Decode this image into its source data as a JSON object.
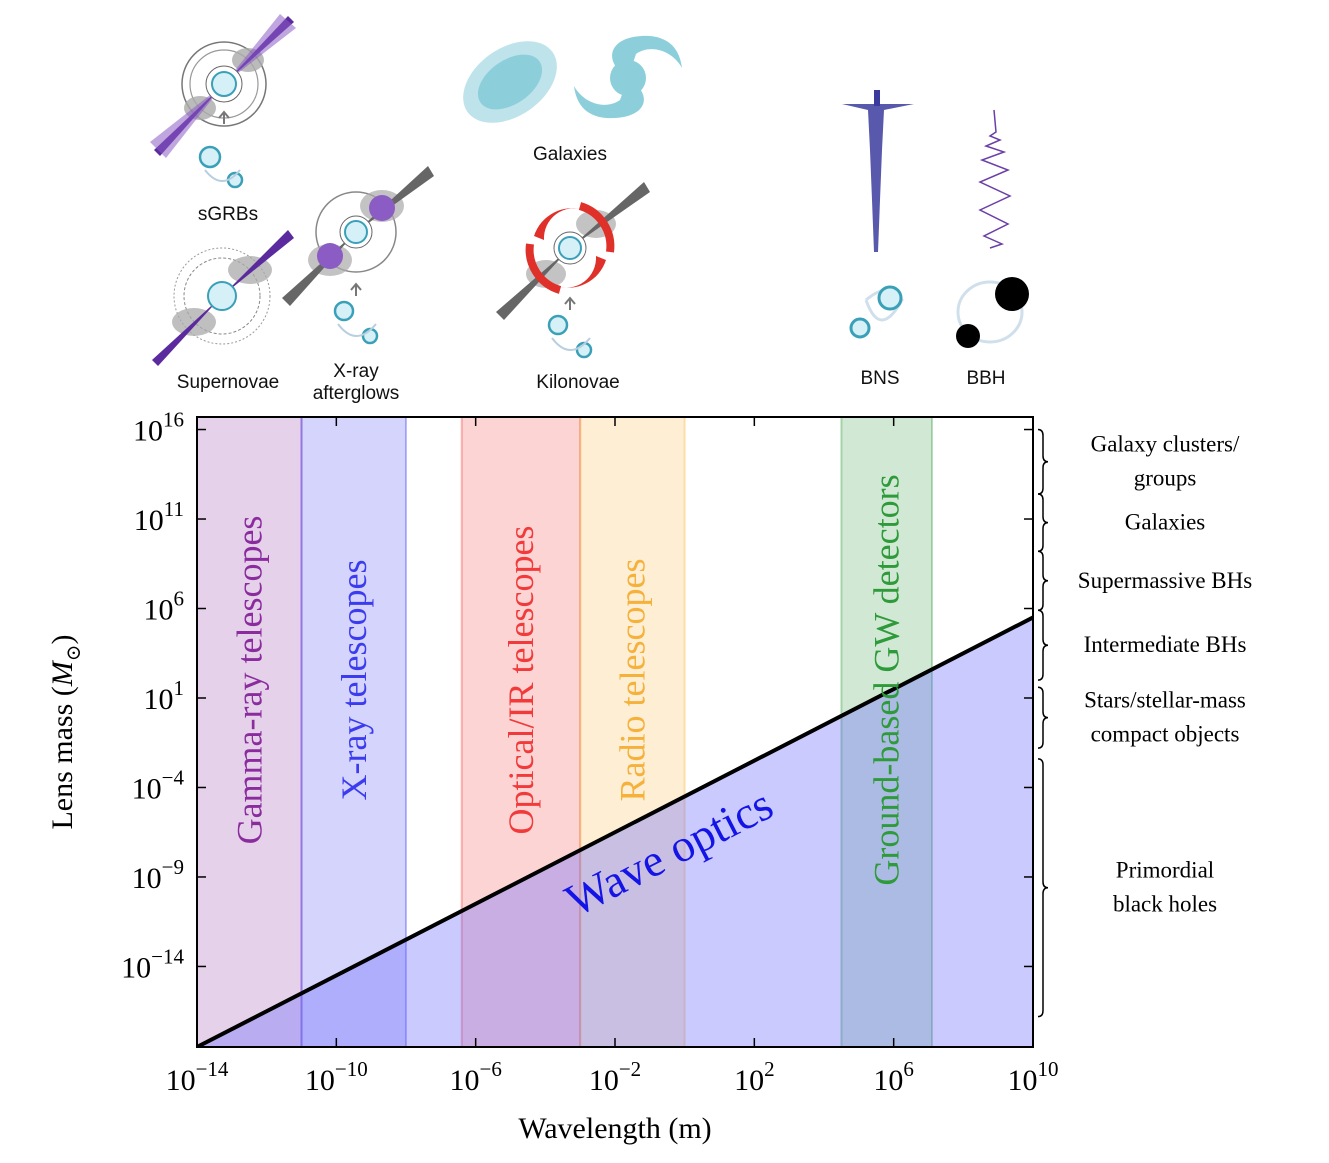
{
  "colors": {
    "gamma": "#8b2c9e",
    "xray": "#3b3bf0",
    "optical": "#f23a3a",
    "radio": "#f5b13a",
    "gw": "#2e9a3a",
    "wave": "#6666ff",
    "text_wave": "#1414e6",
    "icon_teal": "#3aa0b8",
    "icon_purple": "#5b2a9e"
  },
  "illustrations": {
    "sgrbs": "sGRBs",
    "supernovae": "Supernovae",
    "xray_afterglows": [
      "X-ray",
      "afterglows"
    ],
    "galaxies": "Galaxies",
    "kilonovae": "Kilonovae",
    "bns": "BNS",
    "bbh": "BBH"
  },
  "chart_data": {
    "type": "area",
    "xlabel": "Wavelength (m)",
    "ylabel": "Lens mass (M⊙)",
    "x_scale": "log",
    "y_scale": "log",
    "xlim_exp": [
      -14,
      10
    ],
    "ylim_exp": [
      -18.5,
      16.7
    ],
    "x_ticks": [
      {
        "exp": -14,
        "base": "10",
        "sup": "−14"
      },
      {
        "exp": -10,
        "base": "10",
        "sup": "−10"
      },
      {
        "exp": -6,
        "base": "10",
        "sup": "−6"
      },
      {
        "exp": -2,
        "base": "10",
        "sup": "−2"
      },
      {
        "exp": 2,
        "base": "10",
        "sup": "2"
      },
      {
        "exp": 6,
        "base": "10",
        "sup": "6"
      },
      {
        "exp": 10,
        "base": "10",
        "sup": "10"
      }
    ],
    "y_ticks": [
      {
        "exp": 16,
        "base": "10",
        "sup": "16"
      },
      {
        "exp": 11,
        "base": "10",
        "sup": "11"
      },
      {
        "exp": 6,
        "base": "10",
        "sup": "6"
      },
      {
        "exp": 1,
        "base": "10",
        "sup": "1"
      },
      {
        "exp": -4,
        "base": "10",
        "sup": "−4"
      },
      {
        "exp": -9,
        "base": "10",
        "sup": "−9"
      },
      {
        "exp": -14,
        "base": "10",
        "sup": "−14"
      }
    ],
    "bands": [
      {
        "key": "gamma",
        "label": "Gamma-ray telescopes",
        "x_exp": [
          -14,
          -11
        ]
      },
      {
        "key": "xray",
        "label": "X-ray telescopes",
        "x_exp": [
          -11,
          -8
        ]
      },
      {
        "key": "optical",
        "label": "Optical/IR telescopes",
        "x_exp": [
          -6.4,
          -3
        ]
      },
      {
        "key": "radio",
        "label": "Radio telescopes",
        "x_exp": [
          -3,
          0
        ]
      },
      {
        "key": "gw",
        "label": "Ground-based GW detectors",
        "x_exp": [
          4.5,
          7.1
        ]
      }
    ],
    "wave_optics": {
      "label": "Wave optics",
      "line": [
        {
          "x_exp": -14,
          "y_exp": -18.5
        },
        {
          "x_exp": 10,
          "y_exp": 5.5
        }
      ]
    },
    "mass_ranges": [
      {
        "lines": [
          "Galaxy clusters/",
          "groups"
        ],
        "y_exp": [
          12.4,
          16.0
        ]
      },
      {
        "lines": [
          "Galaxies"
        ],
        "y_exp": [
          9.2,
          12.4
        ]
      },
      {
        "lines": [
          "Supermassive BHs"
        ],
        "y_exp": [
          5.9,
          9.2
        ]
      },
      {
        "lines": [
          "Intermediate BHs"
        ],
        "y_exp": [
          2.0,
          5.9
        ]
      },
      {
        "lines": [
          "Stars/stellar-mass",
          "compact objects"
        ],
        "y_exp": [
          -1.8,
          1.6
        ]
      },
      {
        "lines": [
          "Primordial",
          "black holes"
        ],
        "y_exp": [
          -16.8,
          -2.4
        ]
      }
    ]
  }
}
